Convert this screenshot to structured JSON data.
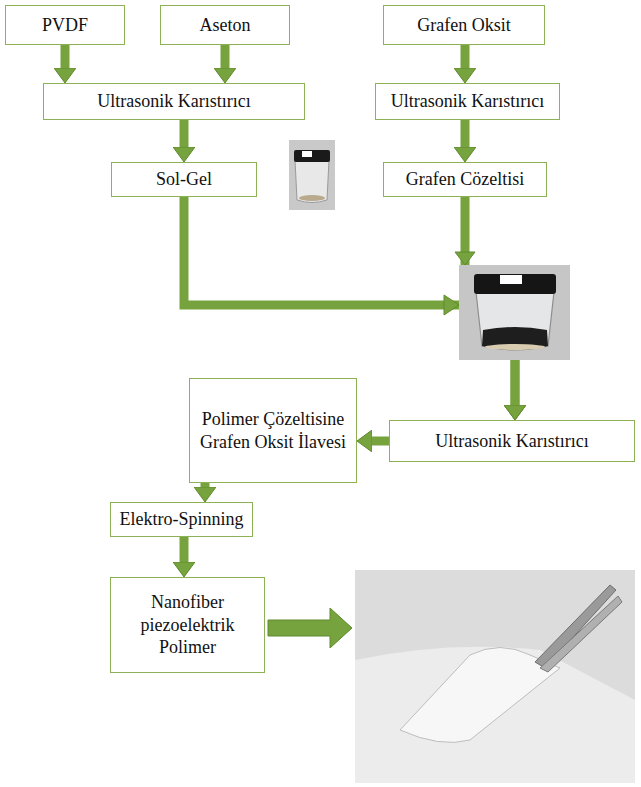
{
  "diagram": {
    "nodes": [
      {
        "text": [
          "PVDF"
        ]
      },
      {
        "text": [
          "Aseton"
        ]
      },
      {
        "text": [
          "Grafen Oksit"
        ]
      },
      {
        "text": [
          "Ultrasonik Karıstırıcı"
        ]
      },
      {
        "text": [
          "Ultrasonik Karıstırıcı"
        ]
      },
      {
        "text": [
          "Sol-Gel"
        ]
      },
      {
        "text": [
          "Grafen Cözeltisi"
        ]
      },
      {
        "text": [
          "Ultrasonik Karıstırıcı"
        ]
      },
      {
        "text": [
          "Polimer Çözeltisine Grafen Oksit İlavesi"
        ]
      },
      {
        "text": [
          "Elektro-Spinning"
        ]
      },
      {
        "text": [
          "Nanofiber piezoelektrik Polimer"
        ]
      }
    ],
    "edges": [
      {
        "from": 0,
        "to": 3,
        "arrow": "to"
      },
      {
        "from": 1,
        "to": 3,
        "arrow": "to"
      },
      {
        "from": 2,
        "to": 4,
        "arrow": "to"
      },
      {
        "from": 3,
        "to": 5,
        "arrow": "to"
      },
      {
        "from": 4,
        "to": 6,
        "arrow": "to"
      },
      {
        "from": 5,
        "to": 7,
        "arrow": "to"
      },
      {
        "from": 6,
        "to": 7,
        "arrow": "to"
      },
      {
        "from": 7,
        "to": 8,
        "arrow": "to"
      },
      {
        "from": 8,
        "to": 9,
        "arrow": "to"
      },
      {
        "from": 9,
        "to": 10,
        "arrow": "to"
      }
    ]
  }
}
